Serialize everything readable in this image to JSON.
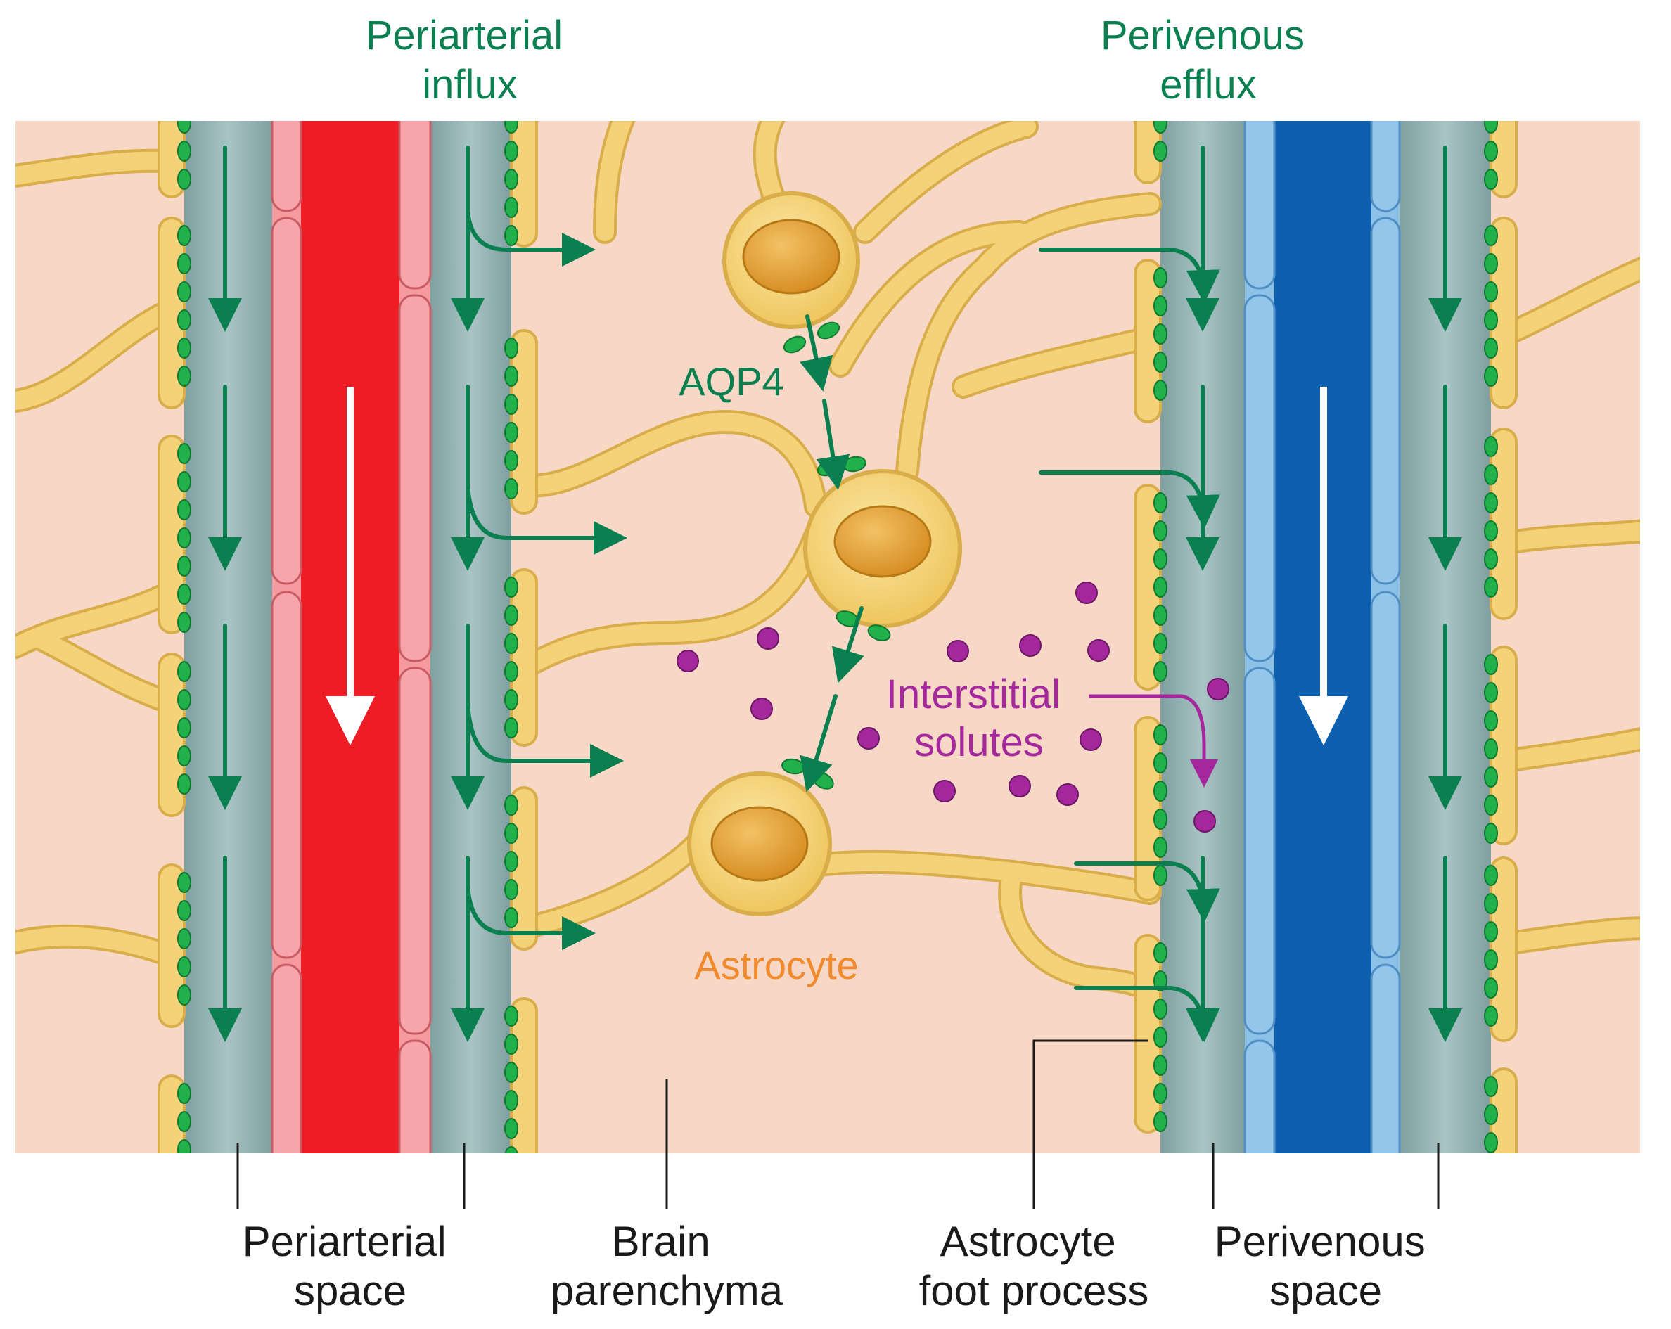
{
  "labels": {
    "periarterial_influx": [
      "Periarterial",
      "influx"
    ],
    "perivenous_efflux": [
      "Perivenous",
      "efflux"
    ],
    "aqp4": "AQP4",
    "interstitial_solutes": [
      "Interstitial",
      "solutes"
    ],
    "astrocyte": "Astrocyte",
    "periarterial_space": [
      "Periarterial",
      "space"
    ],
    "brain_parenchyma": [
      "Brain",
      "parenchyma"
    ],
    "astrocyte_foot_process": [
      "Astrocyte",
      "foot process"
    ],
    "perivenous_space": [
      "Perivenous",
      "space"
    ]
  },
  "colors": {
    "parenchyma": "#f7d8c6",
    "perivascular_space": "#9fbcbd",
    "artery": "#ee1c24",
    "artery_wall": "#f59a9e",
    "vein": "#0d5fb0",
    "vein_wall": "#8ec1e8",
    "astrocyte": "#f4d27a",
    "astrocyte_outline": "#d9ad4a",
    "nucleus": "#e3a236",
    "aqp4": "#22b04b",
    "flow_arrow": "#0a7f4f",
    "blood_flow_arrow": "#ffffff",
    "solute": "#a4279b"
  }
}
